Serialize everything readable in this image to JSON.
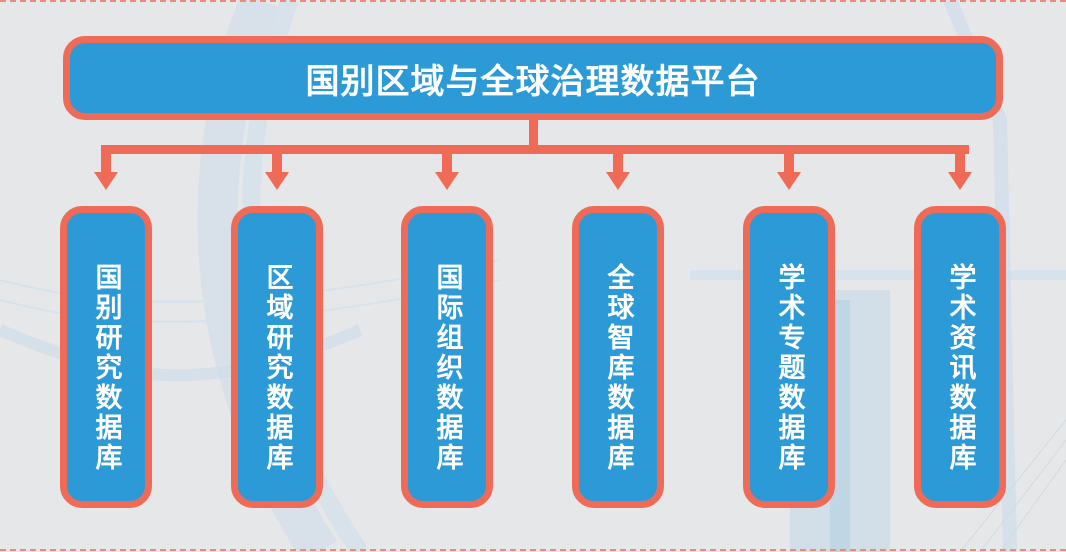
{
  "diagram": {
    "title": "国别区域与全球治理数据平台",
    "children": [
      {
        "label": "国别研究数据库"
      },
      {
        "label": "区域研究数据库"
      },
      {
        "label": "国际组织数据库"
      },
      {
        "label": "全球智库数据库"
      },
      {
        "label": "学术专题数据库"
      },
      {
        "label": "学术资讯数据库"
      }
    ]
  },
  "colors": {
    "background": "#e6e7e9",
    "box_fill": "#2b9ad6",
    "box_border": "#ef6b57",
    "connector": "#ef6b57",
    "text": "#ffffff"
  }
}
